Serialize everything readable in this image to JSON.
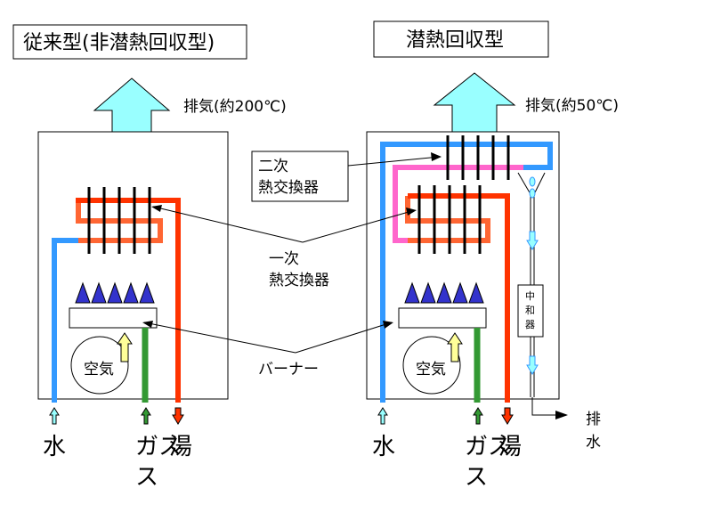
{
  "left": {
    "title": "従来型(非潜熱回収型)",
    "exhaust": "排気(約200℃)",
    "air": "空気",
    "water": "水",
    "gas": "ガス",
    "hot_water": "湯"
  },
  "right": {
    "title": "潜熱回収型",
    "exhaust": "排気(約50℃)",
    "air": "空気",
    "water": "水",
    "gas": "ガス",
    "hot_water": "湯",
    "neutralizer": [
      "中",
      "和",
      "器"
    ],
    "drain": [
      "排",
      "水"
    ]
  },
  "labels": {
    "secondary_hx": [
      "二次",
      "熱交換器"
    ],
    "primary_hx": [
      "一次",
      "熱交換器"
    ],
    "burner": "バーナー"
  },
  "colors": {
    "water_blue": "#3399ff",
    "hot_red": "#ff3300",
    "warm_orange": "#ff6633",
    "pink": "#ff66cc",
    "gas_green": "#339933",
    "arrow_cyan": "#99ffff",
    "flame_blue": "#3333cc",
    "air_yellow": "#ffff99"
  }
}
